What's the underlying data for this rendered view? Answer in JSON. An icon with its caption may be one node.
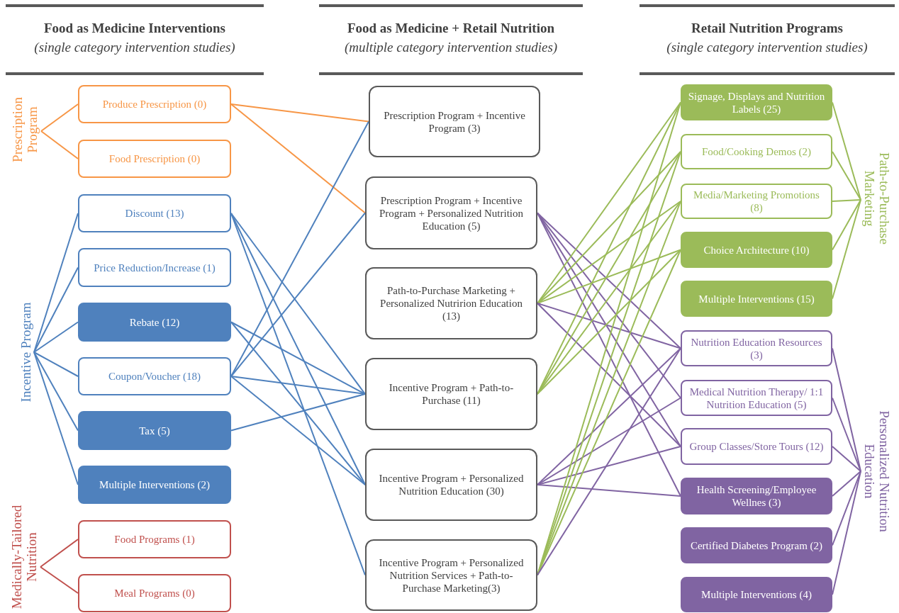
{
  "diagram": {
    "nodes": [
      {
        "text": [
          "Produce Prescription (0)"
        ]
      },
      {
        "text": [
          "Food Prescription (0)"
        ]
      },
      {
        "text": [
          "Discount (13)"
        ]
      },
      {
        "text": [
          "Price Reduction/Increase (1)"
        ]
      },
      {
        "text": [
          "Rebate (12)"
        ]
      },
      {
        "text": [
          "Coupon/Voucher (18)"
        ]
      },
      {
        "text": [
          "Tax (5)"
        ]
      },
      {
        "text": [
          "Multiple Interventions (2)"
        ]
      },
      {
        "text": [
          "Food Programs (1)"
        ]
      },
      {
        "text": [
          "Meal Programs (0)"
        ]
      },
      {
        "text": [
          "Prescription Program + Incentive Program (3)"
        ]
      },
      {
        "text": [
          "Prescription Program + Incentive Program + Personalized Nutrition Education (5)"
        ]
      },
      {
        "text": [
          "Path-to-Purchase Marketing + Personalized Nutririon Education (13)"
        ]
      },
      {
        "text": [
          "Incentive Program + Path-to-Purchase (11)"
        ]
      },
      {
        "text": [
          "Incentive Program + Personalized Nutrition Education (30)"
        ]
      },
      {
        "text": [
          "Incentive Program + Personalized Nutrition Services + Path-to-Purchase Marketing(3)"
        ]
      },
      {
        "text": [
          "Signage, Displays and Nutrition Labels (25)"
        ]
      },
      {
        "text": [
          "Food/Cooking Demos (2)"
        ]
      },
      {
        "text": [
          "Media/Marketing Promotions (8)"
        ]
      },
      {
        "text": [
          "Choice Architecture (10)"
        ]
      },
      {
        "text": [
          "Multiple Interventions (15)"
        ]
      },
      {
        "text": [
          "Nutrition Education Resources (3)"
        ]
      },
      {
        "text": [
          "Medical Nutrition Therapy/ 1:1 Nutrition Education (5)"
        ]
      },
      {
        "text": [
          "Group Classes/Store Tours (12)"
        ]
      },
      {
        "text": [
          "Health Screening/Employee Wellnes (3)"
        ]
      },
      {
        "text": [
          "Certified Diabetes Program (2)"
        ]
      },
      {
        "text": [
          "Multiple Interventions (4)"
        ]
      },
      {
        "text": [
          "Prescription Program"
        ]
      },
      {
        "text": [
          "Incentive Program"
        ]
      },
      {
        "text": [
          "Medically-Tailored Nutrition"
        ]
      },
      {
        "text": [
          "Path-to-Purchase Marketing"
        ]
      },
      {
        "text": [
          "Personalized Nutrition Education"
        ]
      }
    ],
    "edges": [
      {
        "from": 27,
        "to": 0,
        "arrow": "none",
        "color": "#f79646"
      },
      {
        "from": 27,
        "to": 1,
        "arrow": "none",
        "color": "#f79646"
      },
      {
        "from": 28,
        "to": 2,
        "arrow": "none",
        "color": "#4f81bd"
      },
      {
        "from": 28,
        "to": 3,
        "arrow": "none",
        "color": "#4f81bd"
      },
      {
        "from": 28,
        "to": 4,
        "arrow": "none",
        "color": "#4f81bd"
      },
      {
        "from": 28,
        "to": 5,
        "arrow": "none",
        "color": "#4f81bd"
      },
      {
        "from": 28,
        "to": 6,
        "arrow": "none",
        "color": "#4f81bd"
      },
      {
        "from": 28,
        "to": 7,
        "arrow": "none",
        "color": "#4f81bd"
      },
      {
        "from": 29,
        "to": 8,
        "arrow": "none",
        "color": "#c0504d"
      },
      {
        "from": 29,
        "to": 9,
        "arrow": "none",
        "color": "#c0504d"
      },
      {
        "from": 0,
        "to": 10,
        "arrow": "none",
        "color": "#f79646"
      },
      {
        "from": 0,
        "to": 11,
        "arrow": "none",
        "color": "#f79646"
      },
      {
        "from": 2,
        "to": 13,
        "arrow": "none",
        "color": "#4f81bd"
      },
      {
        "from": 2,
        "to": 14,
        "arrow": "none",
        "color": "#4f81bd"
      },
      {
        "from": 2,
        "to": 15,
        "arrow": "none",
        "color": "#4f81bd"
      },
      {
        "from": 4,
        "to": 13,
        "arrow": "none",
        "color": "#4f81bd"
      },
      {
        "from": 4,
        "to": 14,
        "arrow": "none",
        "color": "#4f81bd"
      },
      {
        "from": 5,
        "to": 10,
        "arrow": "none",
        "color": "#4f81bd"
      },
      {
        "from": 5,
        "to": 11,
        "arrow": "none",
        "color": "#4f81bd"
      },
      {
        "from": 5,
        "to": 13,
        "arrow": "none",
        "color": "#4f81bd"
      },
      {
        "from": 5,
        "to": 14,
        "arrow": "none",
        "color": "#4f81bd"
      },
      {
        "from": 6,
        "to": 13,
        "arrow": "none",
        "color": "#4f81bd"
      },
      {
        "from": 11,
        "to": 21,
        "arrow": "none",
        "color": "#8064a2"
      },
      {
        "from": 11,
        "to": 22,
        "arrow": "none",
        "color": "#8064a2"
      },
      {
        "from": 11,
        "to": 23,
        "arrow": "none",
        "color": "#8064a2"
      },
      {
        "from": 11,
        "to": 24,
        "arrow": "none",
        "color": "#8064a2"
      },
      {
        "from": 12,
        "to": 16,
        "arrow": "none",
        "color": "#9bbb59"
      },
      {
        "from": 12,
        "to": 17,
        "arrow": "none",
        "color": "#9bbb59"
      },
      {
        "from": 12,
        "to": 18,
        "arrow": "none",
        "color": "#9bbb59"
      },
      {
        "from": 12,
        "to": 19,
        "arrow": "none",
        "color": "#9bbb59"
      },
      {
        "from": 12,
        "to": 21,
        "arrow": "none",
        "color": "#8064a2"
      },
      {
        "from": 12,
        "to": 23,
        "arrow": "none",
        "color": "#8064a2"
      },
      {
        "from": 13,
        "to": 16,
        "arrow": "none",
        "color": "#9bbb59"
      },
      {
        "from": 13,
        "to": 17,
        "arrow": "none",
        "color": "#9bbb59"
      },
      {
        "from": 13,
        "to": 18,
        "arrow": "none",
        "color": "#9bbb59"
      },
      {
        "from": 13,
        "to": 19,
        "arrow": "none",
        "color": "#9bbb59"
      },
      {
        "from": 14,
        "to": 21,
        "arrow": "none",
        "color": "#8064a2"
      },
      {
        "from": 14,
        "to": 22,
        "arrow": "none",
        "color": "#8064a2"
      },
      {
        "from": 14,
        "to": 23,
        "arrow": "none",
        "color": "#8064a2"
      },
      {
        "from": 14,
        "to": 24,
        "arrow": "none",
        "color": "#8064a2"
      },
      {
        "from": 15,
        "to": 16,
        "arrow": "none",
        "color": "#9bbb59"
      },
      {
        "from": 15,
        "to": 17,
        "arrow": "none",
        "color": "#9bbb59"
      },
      {
        "from": 15,
        "to": 18,
        "arrow": "none",
        "color": "#9bbb59"
      },
      {
        "from": 15,
        "to": 19,
        "arrow": "none",
        "color": "#9bbb59"
      },
      {
        "from": 15,
        "to": 21,
        "arrow": "none",
        "color": "#8064a2"
      },
      {
        "from": 30,
        "to": 16,
        "arrow": "none",
        "color": "#9bbb59"
      },
      {
        "from": 30,
        "to": 17,
        "arrow": "none",
        "color": "#9bbb59"
      },
      {
        "from": 30,
        "to": 18,
        "arrow": "none",
        "color": "#9bbb59"
      },
      {
        "from": 30,
        "to": 19,
        "arrow": "none",
        "color": "#9bbb59"
      },
      {
        "from": 30,
        "to": 20,
        "arrow": "none",
        "color": "#9bbb59"
      },
      {
        "from": 31,
        "to": 21,
        "arrow": "none",
        "color": "#8064a2"
      },
      {
        "from": 31,
        "to": 22,
        "arrow": "none",
        "color": "#8064a2"
      },
      {
        "from": 31,
        "to": 23,
        "arrow": "none",
        "color": "#8064a2"
      },
      {
        "from": 31,
        "to": 24,
        "arrow": "none",
        "color": "#8064a2"
      },
      {
        "from": 31,
        "to": 25,
        "arrow": "none",
        "color": "#8064a2"
      },
      {
        "from": 31,
        "to": 26,
        "arrow": "none",
        "color": "#8064a2"
      }
    ],
    "labels": [
      "Food as Medicine Interventions",
      "(single category intervention studies)",
      "Food as Medicine + Retail Nutrition",
      "(multiple category intervention studies)",
      "Retail Nutrition Programs",
      "(single category intervention studies)"
    ]
  }
}
